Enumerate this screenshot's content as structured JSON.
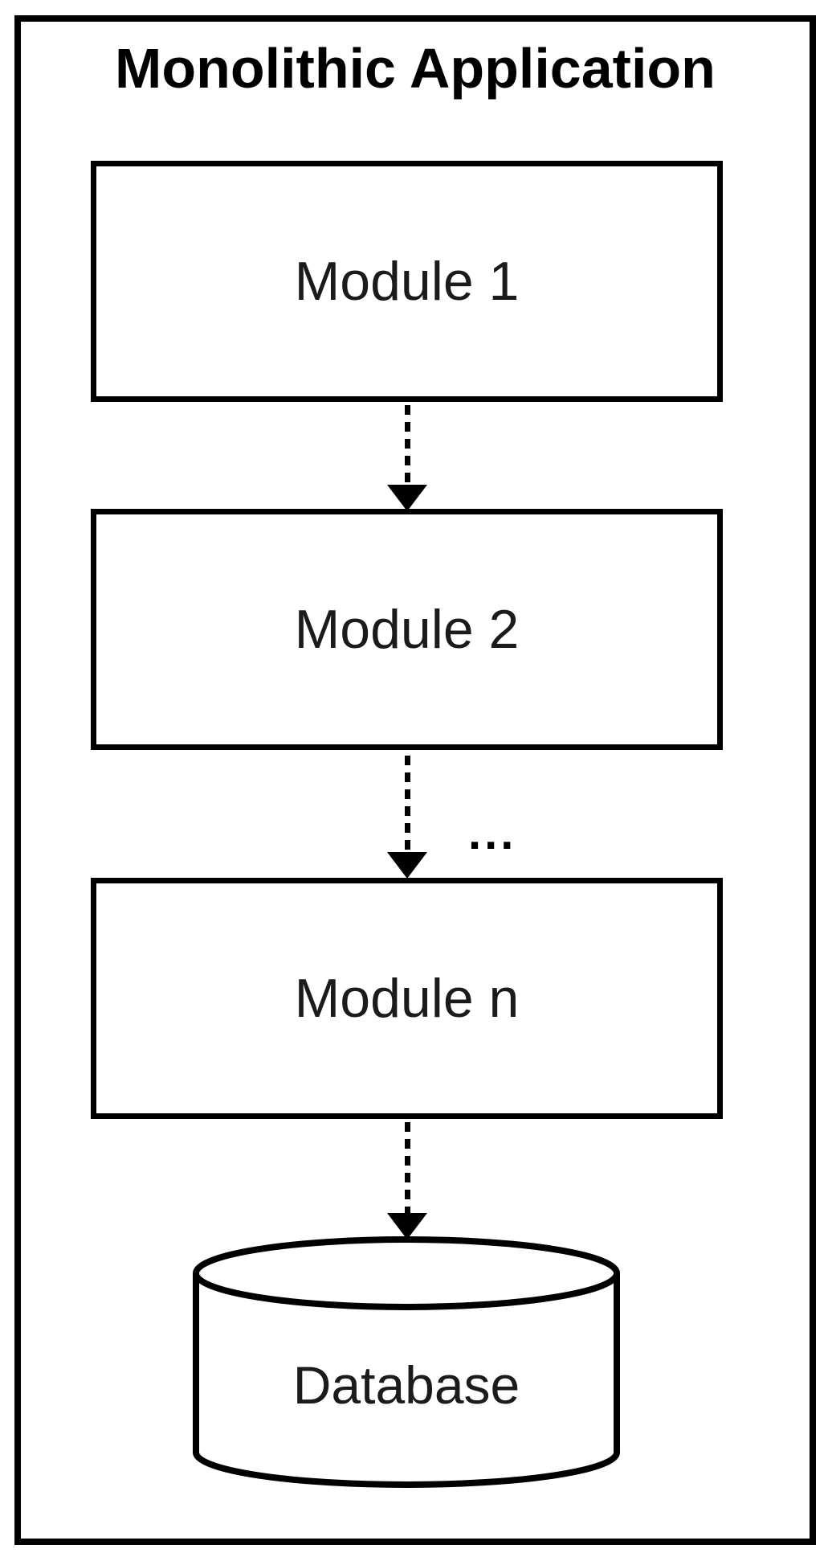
{
  "diagram": {
    "title": "Monolithic Application",
    "modules": [
      {
        "label": "Module 1"
      },
      {
        "label": "Module 2"
      },
      {
        "label": "Module n"
      }
    ],
    "connector_ellipsis": "...",
    "database": {
      "label": "Database"
    },
    "colors": {
      "ink": "#000000",
      "paper": "#ffffff",
      "text": "#1b1b1b"
    }
  }
}
